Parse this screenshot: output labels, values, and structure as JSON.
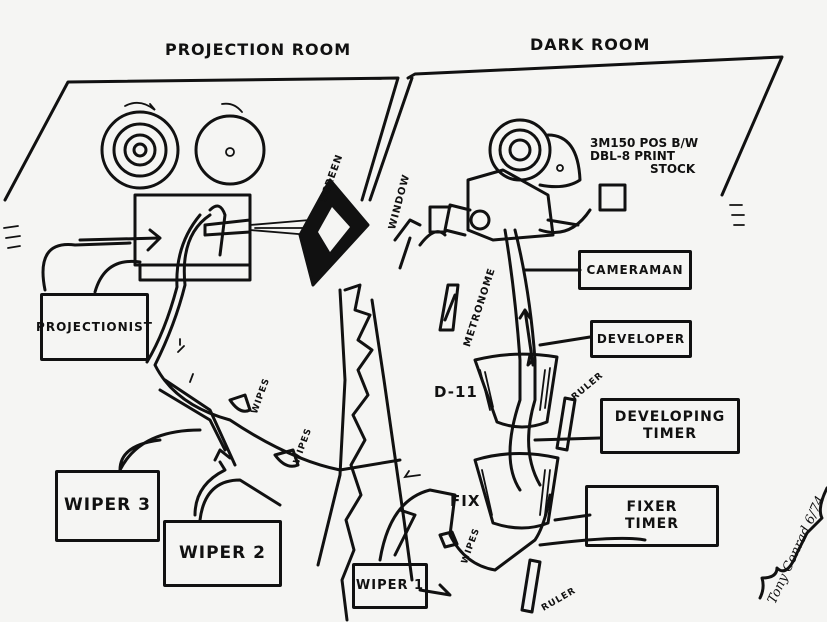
{
  "headings": {
    "projection_room": "PROJECTION ROOM",
    "dark_room": "DARK ROOM"
  },
  "labels": {
    "screen": "SCREEN",
    "window": "WINDOW",
    "film_stock_line1": "3M150 POS B/W",
    "film_stock_line2": "DBL-8 PRINT",
    "film_stock_line3": "STOCK",
    "metronome": "METRONOME",
    "d11": "D-11",
    "fix": "FIX",
    "ruler_upper": "RULER",
    "ruler_lower": "RULER",
    "wipes_1": "WIPES",
    "wipes_2": "WIPES",
    "wipes_3": "WIPES"
  },
  "boxes": {
    "projectionist": "PROJECTIONIST",
    "cameraman": "CAMERAMAN",
    "developer": "DEVELOPER",
    "developing_timer_1": "DEVELOPING",
    "developing_timer_2": "TIMER",
    "fixer_timer_1": "FIXER",
    "fixer_timer_2": "TIMER",
    "wiper3": "WIPER 3",
    "wiper2": "WIPER 2",
    "wiper1": "WIPER 1"
  },
  "signature": {
    "name": "Tony Conrad",
    "date": "6/74"
  }
}
